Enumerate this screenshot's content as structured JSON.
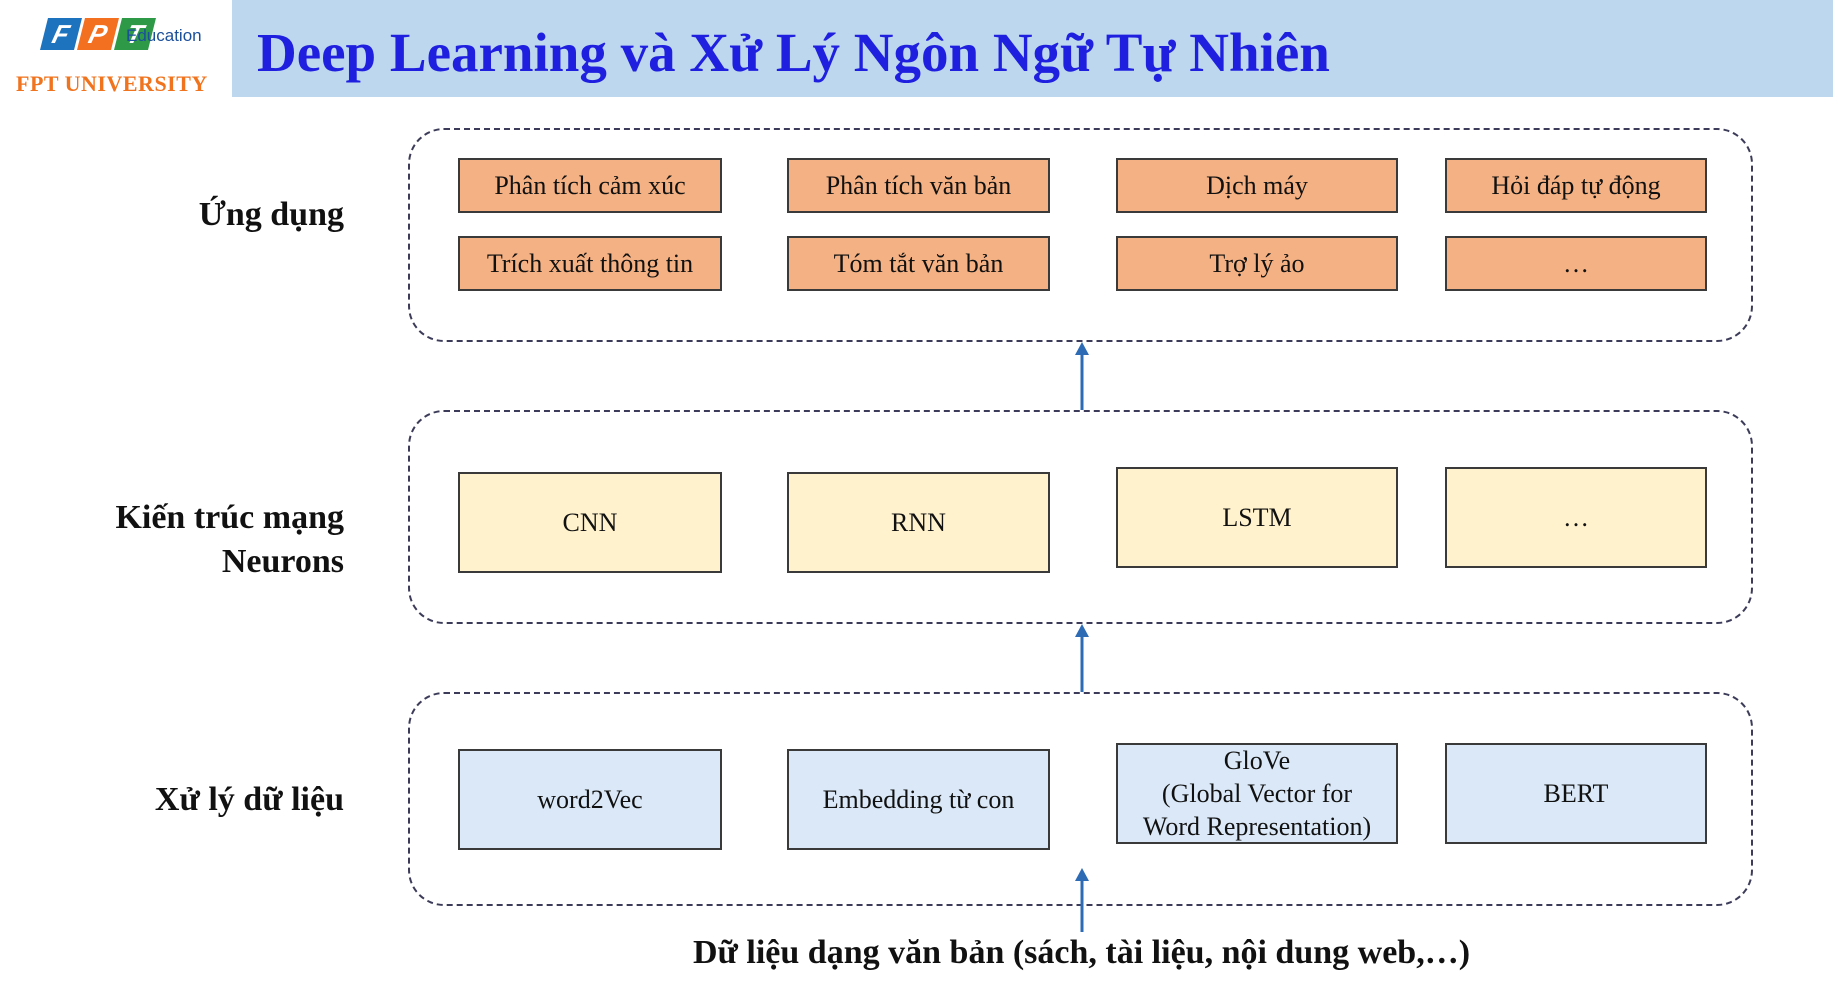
{
  "header": {
    "title": "Deep Learning và Xử Lý Ngôn Ngữ Tự Nhiên",
    "logo": {
      "letters": [
        "F",
        "P",
        "T"
      ],
      "letter_colors": [
        "#1e73be",
        "#f37021",
        "#2e9a47"
      ],
      "sublabel": "Education",
      "name": "FPT UNIVERSITY"
    }
  },
  "layers": {
    "application": {
      "label": "Ứng dụng",
      "items": [
        "Phân tích cảm xúc",
        "Phân tích văn bản",
        "Dịch máy",
        "Hỏi đáp tự động",
        "Trích xuất thông tin",
        "Tóm tắt văn bản",
        "Trợ lý ảo",
        "…"
      ]
    },
    "architecture": {
      "label_line1": "Kiến trúc mạng",
      "label_line2": "Neurons",
      "items": [
        "CNN",
        "RNN",
        "LSTM",
        "…"
      ]
    },
    "data_processing": {
      "label": "Xử lý dữ liệu",
      "items": [
        "word2Vec",
        "Embedding từ con",
        "GloVe\n(Global Vector for\nWord Representation)",
        "BERT"
      ]
    }
  },
  "source": "Dữ liệu dạng văn bản (sách, tài liệu, nội dung web,…)",
  "colors": {
    "application_fill": "#f4b183",
    "architecture_fill": "#fff2cc",
    "data_fill": "#dae8f7",
    "header_band": "#bdd7ee",
    "title": "#1f1fe0",
    "arrow": "#2e6bb5"
  }
}
